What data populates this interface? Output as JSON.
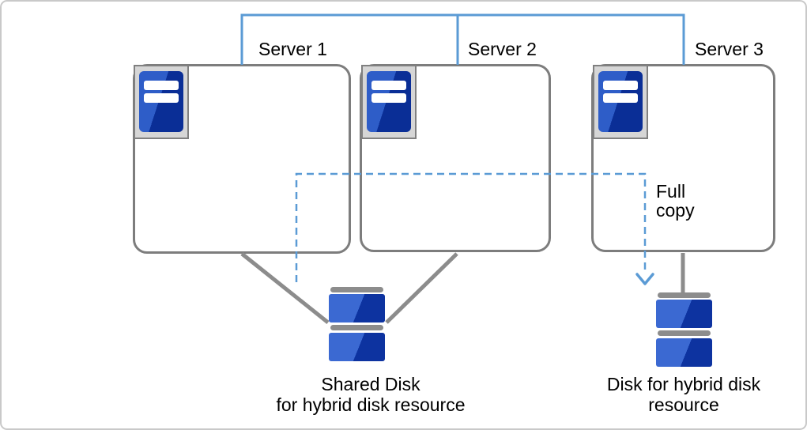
{
  "colors": {
    "interconnect_blue": "#5b9bd5",
    "copy_dash_blue": "#5b9bd5",
    "connector_gray": "#8c8c8c",
    "box_border_gray": "#7d7d7d",
    "server_icon_blue_light": "#2e5dc8",
    "server_icon_blue_dark": "#0a2e96",
    "disk_blue_light": "#3b69d2",
    "disk_blue_dark": "#0d33a0"
  },
  "servers": [
    {
      "label": "Server 1"
    },
    {
      "label": "Server 2"
    },
    {
      "label": "Server 3"
    }
  ],
  "annotations": {
    "full_copy": "Full copy"
  },
  "captions": {
    "shared_disk": "Shared Disk\nfor hybrid disk resource",
    "single_disk": "Disk for hybrid disk\nresource"
  }
}
